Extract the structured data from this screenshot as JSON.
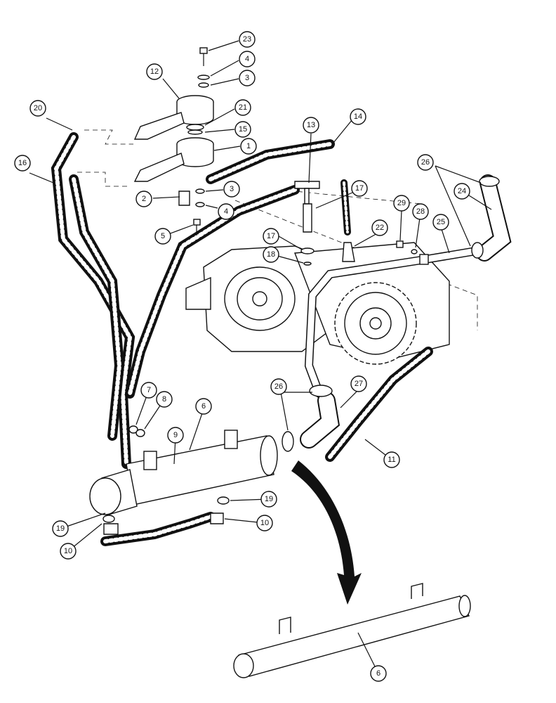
{
  "callouts": [
    {
      "label": "23"
    },
    {
      "label": "4"
    },
    {
      "label": "3"
    },
    {
      "label": "12"
    },
    {
      "label": "21"
    },
    {
      "label": "20"
    },
    {
      "label": "15"
    },
    {
      "label": "1"
    },
    {
      "label": "13"
    },
    {
      "label": "14"
    },
    {
      "label": "16"
    },
    {
      "label": "3"
    },
    {
      "label": "17"
    },
    {
      "label": "26"
    },
    {
      "label": "2"
    },
    {
      "label": "4"
    },
    {
      "label": "24"
    },
    {
      "label": "29"
    },
    {
      "label": "28"
    },
    {
      "label": "5"
    },
    {
      "label": "25"
    },
    {
      "label": "22"
    },
    {
      "label": "17"
    },
    {
      "label": "18"
    },
    {
      "label": "27"
    },
    {
      "label": "26"
    },
    {
      "label": "7"
    },
    {
      "label": "6"
    },
    {
      "label": "8"
    },
    {
      "label": "9"
    },
    {
      "label": "11"
    },
    {
      "label": "19"
    },
    {
      "label": "19"
    },
    {
      "label": "10"
    },
    {
      "label": "10"
    },
    {
      "label": "6"
    }
  ]
}
